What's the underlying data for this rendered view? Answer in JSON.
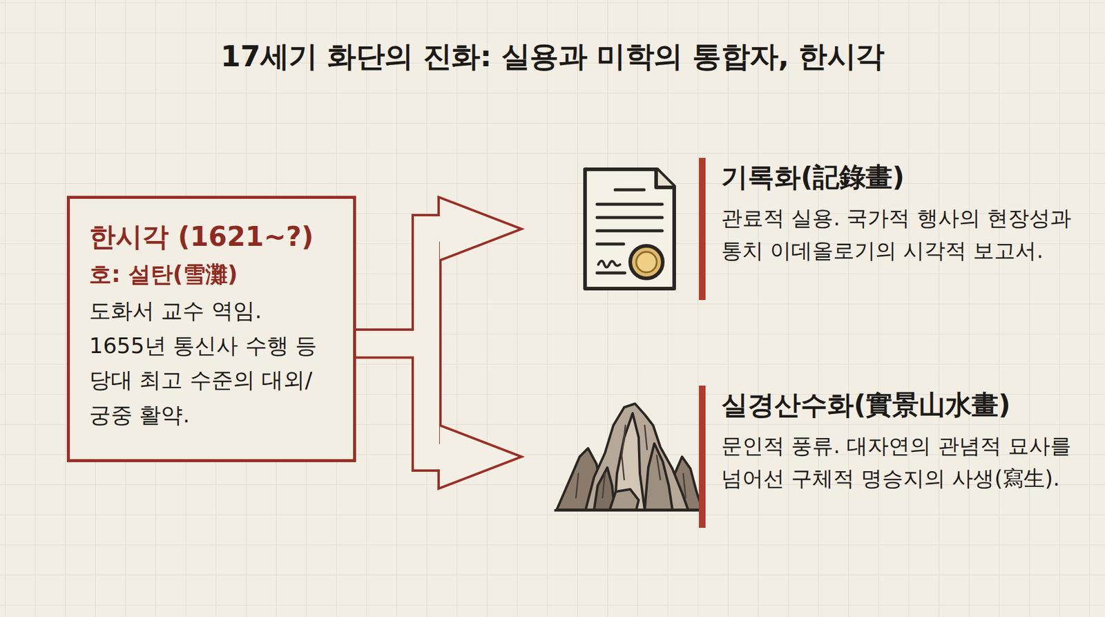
{
  "diagram": {
    "title": "17세기 화단의 진화: 실용과 미학의 통합자, 한시각",
    "nodes": [
      {
        "text": [
          "한시각 (1621~?)",
          "호: 설탄(雪灘)",
          "도화서 교수 역임. 1655년 통신사 수행 등 당대 최고 수준의 대외/궁중 활약."
        ]
      },
      {
        "text": [
          "기록화(記錄畫)",
          "관료적 실용. 국가적 행사의 현장성과 통치 이데올로기의 시각적 보고서."
        ]
      },
      {
        "text": [
          "실경산수화(實景山水畫)",
          "문인적 풍류. 대자연의 관념적 묘사를 넘어선 구체적 명승지의 사생(寫生)."
        ]
      }
    ],
    "edges": [
      {
        "from": 0,
        "to": 1,
        "arrow": "to"
      },
      {
        "from": 0,
        "to": 2,
        "arrow": "to"
      }
    ]
  }
}
